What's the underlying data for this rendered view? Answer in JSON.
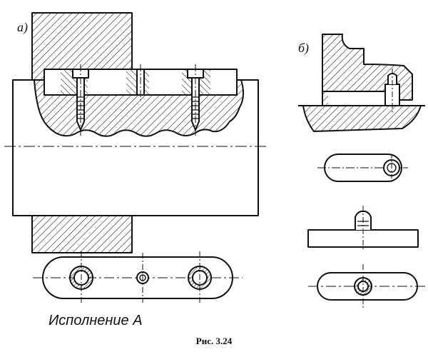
{
  "labels": {
    "view_a": "а)",
    "view_b": "б)",
    "variant": "Исполнение А",
    "caption": "Рис. 3.24"
  },
  "colors": {
    "ink": "#111111",
    "paper": "#ffffff"
  }
}
